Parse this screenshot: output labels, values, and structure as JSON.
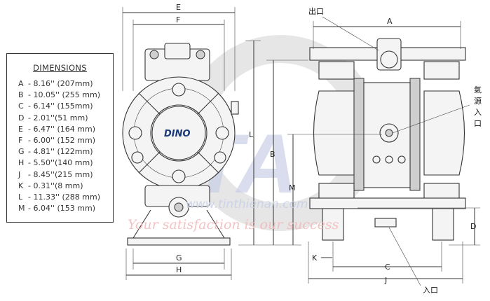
{
  "dimensions": {
    "title": "DIMENSIONS",
    "rows": [
      {
        "letter": "A",
        "value": "- 8.16'' (207mm)"
      },
      {
        "letter": "B",
        "value": "- 10.05'' (255 mm)"
      },
      {
        "letter": "C",
        "value": "- 6.14'' (155mm)"
      },
      {
        "letter": "D",
        "value": "- 2.01''(51 mm)"
      },
      {
        "letter": "E",
        "value": "- 6.47'' (164 mm)"
      },
      {
        "letter": "F",
        "value": "- 6.00'' (152 mm)"
      },
      {
        "letter": "G",
        "value": "- 4.81'' (122mm)"
      },
      {
        "letter": "H",
        "value": "- 5.50''(140 mm)"
      },
      {
        "letter": "J",
        "value": "- 8.45''(215 mm)"
      },
      {
        "letter": "K",
        "value": "- 0.31''(8 mm)"
      },
      {
        "letter": "L",
        "value": "- 11.33'' (288 mm)"
      },
      {
        "letter": "M",
        "value": "- 6.04'' (153 mm)"
      }
    ]
  },
  "drawing": {
    "labels": {
      "E": "E",
      "F": "F",
      "G": "G",
      "H": "H",
      "L": "L",
      "B": "B",
      "M": "M",
      "A": "A",
      "C": "C",
      "J": "J",
      "K": "K",
      "D": "D"
    },
    "outlet": "出口",
    "air_inlet": [
      "氣",
      "源",
      "入",
      "口"
    ],
    "inlet": "入口",
    "logo": "DINO"
  },
  "watermark": {
    "url": "www.tinthienan.com",
    "slogan": "Your satisfaction is our success",
    "brand": "TTA",
    "colors": {
      "brand": "#c9d0e6",
      "slogan": "#f2b8b8",
      "gear": "#d6d6d6"
    }
  }
}
